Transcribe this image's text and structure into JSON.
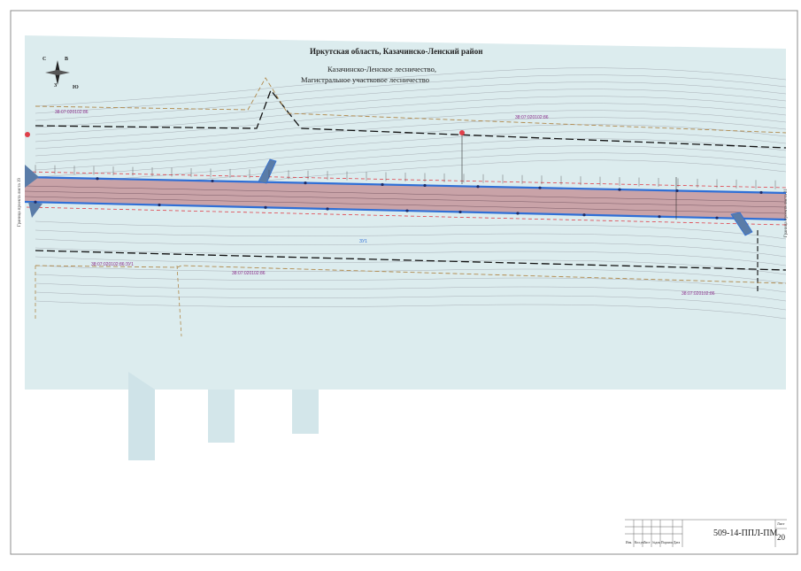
{
  "header": {
    "title": "Иркутская область, Казачинско-Ленский район",
    "subtitle_line1": "Казачинско-Ленское лесничество,",
    "subtitle_line2": "Магистральное участковое лесничество"
  },
  "compass": {
    "north": "С",
    "east": "В",
    "west": "З",
    "south": "Ю"
  },
  "parcels": {
    "top_left": "38:07:020102:86",
    "top_right": "38:07:020102:86",
    "bottom_left": "38:07:020102:86:ЗУ1",
    "bottom_mid": "38:07:020102:86",
    "bottom_right": "38:07:020102:86",
    "center_mark": "ЗУ1"
  },
  "edge_labels": {
    "left": "Граница проекта листа 19",
    "right": "Граница проекта листа 21"
  },
  "stamp": {
    "code": "509-14-ППЛ-ПМ",
    "sheet_label": "Лист",
    "sheet_number": "20",
    "columns": [
      "Изм.",
      "Кол.уч",
      "Лист",
      "№док",
      "Подпись",
      "Дата"
    ]
  },
  "colors": {
    "map_bg": "#d6e8ea",
    "road_fill": "#c9a3a8",
    "road_edge": "#2f6fd6",
    "boundary": "#111111",
    "parcel_line": "#b0884a",
    "red_dash": "#e0404a"
  }
}
